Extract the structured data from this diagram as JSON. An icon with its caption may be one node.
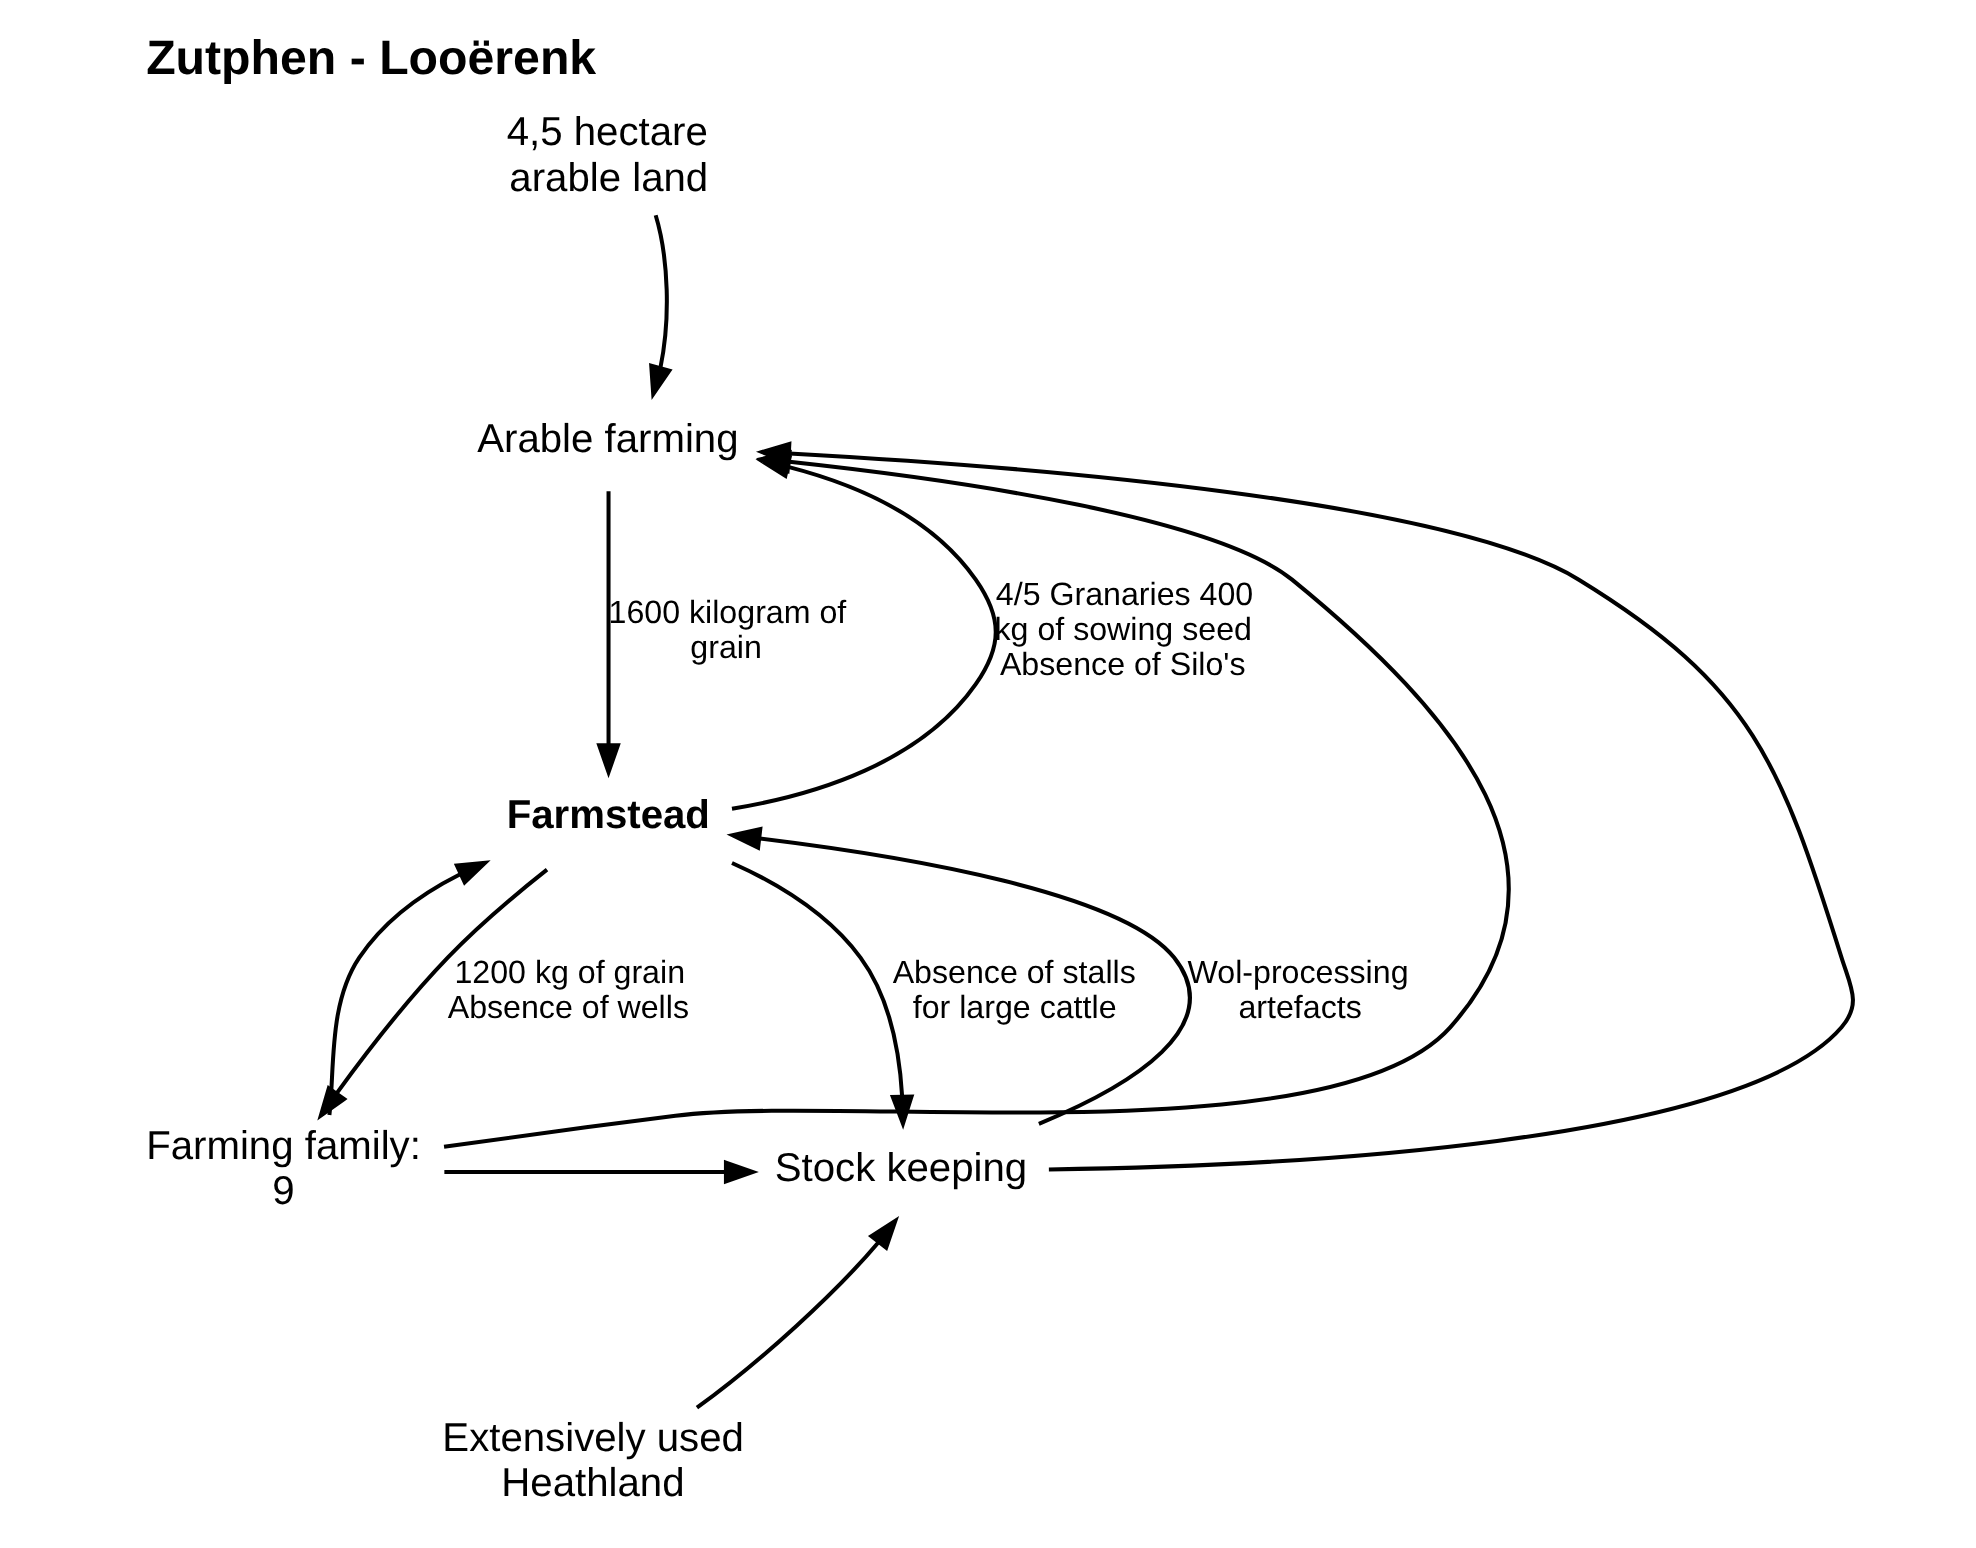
{
  "diagram": {
    "title": "Zutphen - Looërenk",
    "nodes": [
      {
        "text": [
          "4,5 hectare arable land"
        ]
      },
      {
        "text": [
          "Arable farming"
        ]
      },
      {
        "text": [
          "Farmstead"
        ]
      },
      {
        "text": [
          "Farming family: 9"
        ]
      },
      {
        "text": [
          "Stock keeping"
        ]
      },
      {
        "text": [
          "Extensively used Heathland"
        ]
      }
    ],
    "edges": [
      {
        "from": 0,
        "to": 1,
        "arrow": "to"
      },
      {
        "from": 2,
        "to": 1,
        "arrow": "to",
        "label": "4/5 Granaries 400 kg of sowing seed Absence of Silo's"
      },
      {
        "from": 1,
        "to": 2,
        "arrow": "to",
        "label": "1600 kilogram of grain"
      },
      {
        "from": 3,
        "to": 1,
        "arrow": "to"
      },
      {
        "from": 4,
        "to": 1,
        "arrow": "to"
      },
      {
        "from": 3,
        "to": 2,
        "arrow": "to"
      },
      {
        "from": 2,
        "to": 3,
        "arrow": "to",
        "label": "1200 kg of grain Absence of wells"
      },
      {
        "from": 2,
        "to": 4,
        "arrow": "to",
        "label": "Absence of stalls for large cattle"
      },
      {
        "from": 4,
        "to": 2,
        "arrow": "to",
        "label": "Wol-processing artefacts"
      },
      {
        "from": 3,
        "to": 4,
        "arrow": "to"
      },
      {
        "from": 5,
        "to": 4,
        "arrow": "to"
      }
    ]
  }
}
